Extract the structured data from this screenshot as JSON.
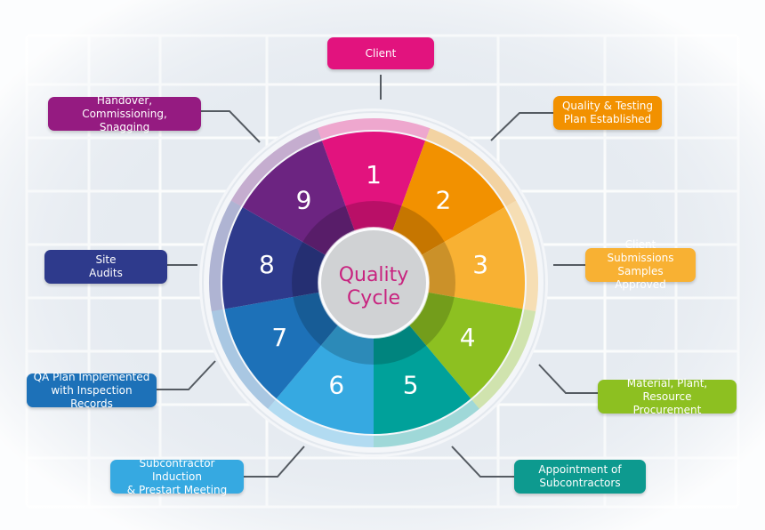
{
  "title": "",
  "center": {
    "line1": "Quality",
    "line2": "Cycle"
  },
  "top_label": {
    "text": "Client",
    "color": "#e2137e"
  },
  "segments": [
    {
      "number": "1",
      "color": "#e2137e",
      "label": "Client",
      "label_color": "#e2137e"
    },
    {
      "number": "2",
      "color": "#f29100",
      "label": "Quality & Testing\nPlan Established",
      "label_color": "#f29100"
    },
    {
      "number": "3",
      "color": "#f8b133",
      "label": "Client Submissions\nSamples Approved",
      "label_color": "#f8b133"
    },
    {
      "number": "4",
      "color": "#8dc021",
      "label": "Material, Plant, Resource\nProcurement",
      "label_color": "#8dc021"
    },
    {
      "number": "5",
      "color": "#00a19a",
      "label": "Appointment of\nSubcontractors",
      "label_color": "#0d9a8f"
    },
    {
      "number": "6",
      "color": "#36a9e1",
      "label": "Subcontractor Induction\n& Prestart Meeting",
      "label_color": "#36a9e1"
    },
    {
      "number": "7",
      "color": "#1d71b8",
      "label": "QA Plan Implemented\nwith Inspection Records",
      "label_color": "#1d71b8"
    },
    {
      "number": "8",
      "color": "#2e3a8c",
      "label": "Site\nAudits",
      "label_color": "#2e3a8c"
    },
    {
      "number": "9",
      "color": "#6c2481",
      "label": "Handover, Commissioning,\nSnagging",
      "label_color": "#951b81"
    }
  ]
}
